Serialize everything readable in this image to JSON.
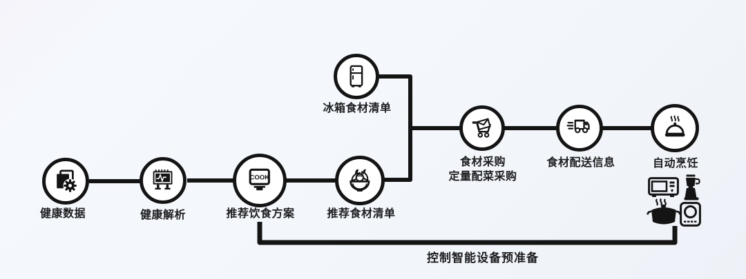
{
  "colors": {
    "background": "#f3f7fb",
    "line": "#141414",
    "text": "#1d1d1f",
    "node_fill": "#ffffff"
  },
  "flow": {
    "cook_text": "COOK",
    "nodes": [
      {
        "id": "health-data",
        "label": "健康数据",
        "icon": "documents-gear-icon"
      },
      {
        "id": "health-analysis",
        "label": "健康解析",
        "icon": "ecg-monitor-icon"
      },
      {
        "id": "diet-plan",
        "label": "推荐饮食方案",
        "icon": "cook-sign-icon"
      },
      {
        "id": "ingredient-list",
        "label": "推荐食材清单",
        "icon": "salad-bowl-icon"
      },
      {
        "id": "fridge-list",
        "label": "冰箱食材清单",
        "icon": "fridge-icon"
      },
      {
        "id": "purchase",
        "label": "食材采购",
        "label2": "定量配菜采购",
        "icon": "shopping-cart-icon"
      },
      {
        "id": "delivery",
        "label": "食材配送信息",
        "icon": "delivery-truck-icon"
      },
      {
        "id": "auto-cooking",
        "label": "自动烹饪",
        "icon": "cloche-icon"
      }
    ],
    "devices": [
      "microwave-icon",
      "blender-icon",
      "cooking-pot-icon",
      "induction-cooker-icon"
    ],
    "bottom_label": "控制智能设备预准备"
  }
}
